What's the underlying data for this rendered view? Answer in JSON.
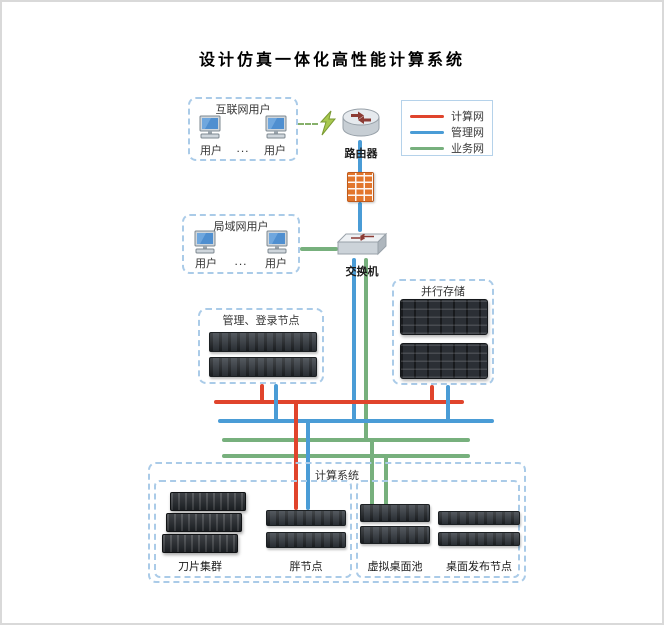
{
  "title": "设计仿真一体化高性能计算系统",
  "legend": {
    "items": [
      {
        "label": "计算网",
        "color": "#e0442c"
      },
      {
        "label": "管理网",
        "color": "#4a9cd6"
      },
      {
        "label": "业务网",
        "color": "#77b07d"
      }
    ]
  },
  "nodes": {
    "internet_users": {
      "title": "互联网用户",
      "user_left": "用户",
      "user_right": "用户",
      "ellipsis": "..."
    },
    "lan_users": {
      "title": "局域网用户",
      "user_left": "用户",
      "user_right": "用户",
      "ellipsis": "..."
    },
    "router": {
      "label": "路由器"
    },
    "switch": {
      "label": "交换机"
    },
    "parallel_storage": {
      "title": "并行存储"
    },
    "mgmt_login_nodes": {
      "title": "管理、登录节点"
    },
    "compute_system": {
      "title": "计算系统",
      "blade_cluster": "刀片集群",
      "fat_nodes": "胖节点",
      "virtual_desktop_pool": "虚拟桌面池",
      "desktop_publish_nodes": "桌面发布节点"
    }
  },
  "colors": {
    "compute_net": "#e0442c",
    "mgmt_net": "#4a9cd6",
    "business_net": "#77b07d",
    "group_border": "#aacbe8"
  }
}
